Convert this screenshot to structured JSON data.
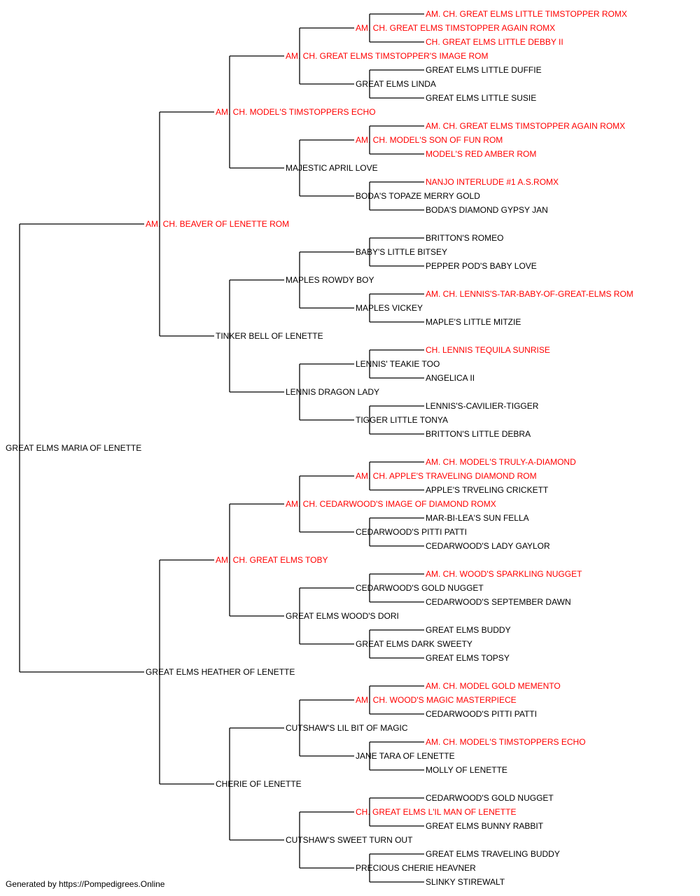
{
  "colors": {
    "champion": "#ff0000",
    "normal": "#000000",
    "line": "#000000"
  },
  "footer": "Generated by https://Pompedigrees.Online",
  "pedigree": {
    "name": "GREAT ELMS MARIA OF LENETTE",
    "champion": false,
    "sire": {
      "name": "AM. CH. BEAVER OF LENETTE ROM",
      "champion": true,
      "sire": {
        "name": "AM. CH. MODEL'S TIMSTOPPERS ECHO",
        "champion": true,
        "sire": {
          "name": "AM. CH. GREAT ELMS TIMSTOPPER'S IMAGE ROM",
          "champion": true,
          "sire": {
            "name": "AM. CH. GREAT ELMS TIMSTOPPER AGAIN ROMX",
            "champion": true,
            "sire": {
              "name": "AM. CH. GREAT ELMS LITTLE TIMSTOPPER ROMX",
              "champion": true
            },
            "dam": {
              "name": "CH. GREAT ELMS LITTLE DEBBY II",
              "champion": true
            }
          },
          "dam": {
            "name": "GREAT ELMS LINDA",
            "champion": false,
            "sire": {
              "name": "GREAT ELMS LITTLE DUFFIE",
              "champion": false
            },
            "dam": {
              "name": "GREAT ELMS LITTLE SUSIE",
              "champion": false
            }
          }
        },
        "dam": {
          "name": "MAJESTIC APRIL LOVE",
          "champion": false,
          "sire": {
            "name": "AM. CH. MODEL'S SON OF FUN ROM",
            "champion": true,
            "sire": {
              "name": "AM. CH. GREAT ELMS TIMSTOPPER AGAIN ROMX",
              "champion": true
            },
            "dam": {
              "name": "MODEL'S RED AMBER ROM",
              "champion": true
            }
          },
          "dam": {
            "name": "BODA'S TOPAZE MERRY GOLD",
            "champion": false,
            "sire": {
              "name": "NANJO INTERLUDE #1 A.S.ROMX",
              "champion": true
            },
            "dam": {
              "name": "BODA'S DIAMOND GYPSY JAN",
              "champion": false
            }
          }
        }
      },
      "dam": {
        "name": "TINKER BELL OF LENETTE",
        "champion": false,
        "sire": {
          "name": "MAPLES ROWDY BOY",
          "champion": false,
          "sire": {
            "name": "BABY'S LITTLE BITSEY",
            "champion": false,
            "sire": {
              "name": "BRITTON'S ROMEO",
              "champion": false
            },
            "dam": {
              "name": "PEPPER POD'S BABY LOVE",
              "champion": false
            }
          },
          "dam": {
            "name": "MAPLES VICKEY",
            "champion": false,
            "sire": {
              "name": "AM. CH. LENNIS'S-TAR-BABY-OF-GREAT-ELMS ROM",
              "champion": true
            },
            "dam": {
              "name": "MAPLE'S LITTLE MITZIE",
              "champion": false
            }
          }
        },
        "dam": {
          "name": "LENNIS DRAGON LADY",
          "champion": false,
          "sire": {
            "name": "LENNIS' TEAKIE TOO",
            "champion": false,
            "sire": {
              "name": "CH. LENNIS TEQUILA SUNRISE",
              "champion": true
            },
            "dam": {
              "name": "ANGELICA II",
              "champion": false
            }
          },
          "dam": {
            "name": "TIGGER LITTLE TONYA",
            "champion": false,
            "sire": {
              "name": "LENNIS'S-CAVILIER-TIGGER",
              "champion": false
            },
            "dam": {
              "name": "BRITTON'S LITTLE DEBRA",
              "champion": false
            }
          }
        }
      }
    },
    "dam": {
      "name": "GREAT ELMS HEATHER OF LENETTE",
      "champion": false,
      "sire": {
        "name": "AM. CH. GREAT ELMS TOBY",
        "champion": true,
        "sire": {
          "name": "AM. CH. CEDARWOOD'S IMAGE OF DIAMOND ROMX",
          "champion": true,
          "sire": {
            "name": "AM. CH. APPLE'S TRAVELING DIAMOND ROM",
            "champion": true,
            "sire": {
              "name": "AM. CH. MODEL'S TRULY-A-DIAMOND",
              "champion": true
            },
            "dam": {
              "name": "APPLE'S TRVELING CRICKETT",
              "champion": false
            }
          },
          "dam": {
            "name": "CEDARWOOD'S PITTI PATTI",
            "champion": false,
            "sire": {
              "name": "MAR-BI-LEA'S SUN FELLA",
              "champion": false
            },
            "dam": {
              "name": "CEDARWOOD'S LADY GAYLOR",
              "champion": false
            }
          }
        },
        "dam": {
          "name": "GREAT ELMS WOOD'S DORI",
          "champion": false,
          "sire": {
            "name": "CEDARWOOD'S GOLD NUGGET",
            "champion": false,
            "sire": {
              "name": "AM. CH. WOOD'S SPARKLING NUGGET",
              "champion": true
            },
            "dam": {
              "name": "CEDARWOOD'S SEPTEMBER DAWN",
              "champion": false
            }
          },
          "dam": {
            "name": "GREAT ELMS DARK SWEETY",
            "champion": false,
            "sire": {
              "name": "GREAT ELMS BUDDY",
              "champion": false
            },
            "dam": {
              "name": "GREAT ELMS TOPSY",
              "champion": false
            }
          }
        }
      },
      "dam": {
        "name": "CHERIE OF LENETTE",
        "champion": false,
        "sire": {
          "name": "CUTSHAW'S LIL BIT OF MAGIC",
          "champion": false,
          "sire": {
            "name": "AM. CH. WOOD'S MAGIC MASTERPIECE",
            "champion": true,
            "sire": {
              "name": "AM. CH. MODEL GOLD MEMENTO",
              "champion": true
            },
            "dam": {
              "name": "CEDARWOOD'S PITTI PATTI",
              "champion": false
            }
          },
          "dam": {
            "name": "JANE TARA OF LENETTE",
            "champion": false,
            "sire": {
              "name": "AM. CH. MODEL'S TIMSTOPPERS ECHO",
              "champion": true
            },
            "dam": {
              "name": "MOLLY OF LENETTE",
              "champion": false
            }
          }
        },
        "dam": {
          "name": "CUTSHAW'S SWEET TURN OUT",
          "champion": false,
          "sire": {
            "name": "CH. GREAT ELMS L'IL MAN OF LENETTE",
            "champion": true,
            "sire": {
              "name": "CEDARWOOD'S GOLD NUGGET",
              "champion": false
            },
            "dam": {
              "name": "GREAT ELMS BUNNY RABBIT",
              "champion": false
            }
          },
          "dam": {
            "name": "PRECIOUS CHERIE HEAVNER",
            "champion": false,
            "sire": {
              "name": "GREAT ELMS TRAVELING BUDDY",
              "champion": false
            },
            "dam": {
              "name": "SLINKY STIREWALT",
              "champion": false
            }
          }
        }
      }
    }
  }
}
